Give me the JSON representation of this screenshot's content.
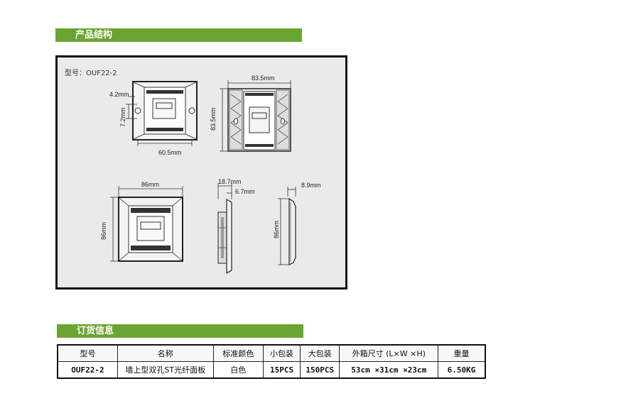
{
  "sections": {
    "structure_title": "产品结构",
    "order_title": "订货信息"
  },
  "drawing": {
    "model_label": "型号：OUF22-2",
    "dims": {
      "d_4_2": "4.2mm",
      "d_7_2": "7.2mm",
      "d_60_5": "60.5mm",
      "d_83_5_w": "83.5mm",
      "d_83_5_h": "83.5mm",
      "d_86_w": "86mm",
      "d_86_h": "86mm",
      "d_18_7": "18.7mm",
      "d_6_7": "6.7mm",
      "d_8_9": "8.9mm",
      "d_86_side": "86mm"
    }
  },
  "order_table": {
    "headers": [
      "型号",
      "名称",
      "标准颜色",
      "小包装",
      "大包装",
      "外箱尺寸 (L×W ×H)",
      "重量"
    ],
    "row": [
      "OUF22-2",
      "墙上型双孔ST光纤面板",
      "白色",
      "15PCS",
      "150PCS",
      "53cm ×31cm ×23cm",
      "6.50KG"
    ]
  },
  "colors": {
    "section_bar": "#6aa532",
    "frame_border": "#111111",
    "drawing_bg": "#eaeaea"
  }
}
